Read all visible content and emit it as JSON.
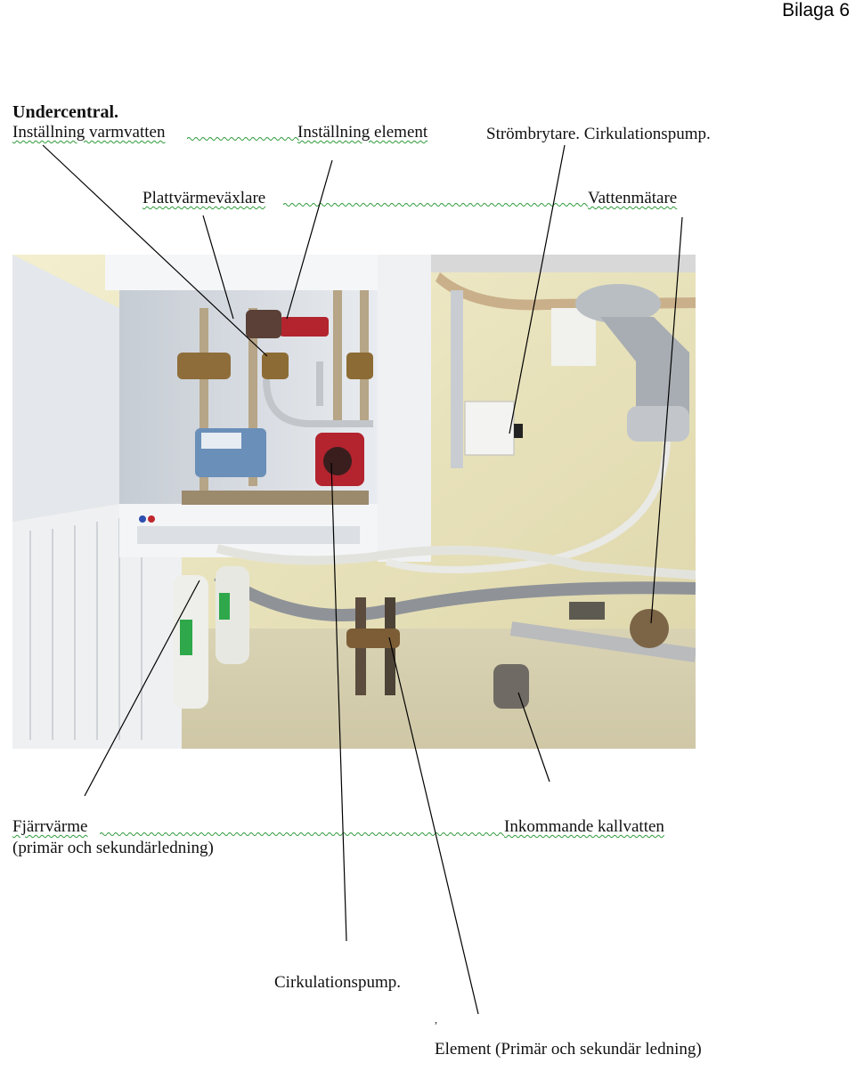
{
  "attachment_label": "Bilaga 6",
  "heading": "Undercentral.",
  "labels": {
    "hot_water_setting": "Inställning varmvatten",
    "radiator_setting": "Inställning element",
    "switch_pump": "Strömbrytare. Cirkulationspump.",
    "plate_heat_exchanger": "Plattvärmeväxlare",
    "water_meter": "Vattenmätare",
    "district_heating": "Fjärrvärme",
    "district_heating_sub": "(primär och sekundärledning)",
    "incoming_cold_water": "Inkommande kallvatten",
    "circulation_pump": "Cirkulationspump.",
    "stray_mark": ",",
    "radiator_lines": "Element (Primär och sekundär  ledning)"
  },
  "photo": {
    "description_icon": "substation-photo",
    "colors": {
      "wall": "#ece6c3",
      "cabinet": "#f2f3f5",
      "door": "#e9ebee",
      "pump": "#b3242e",
      "meter": "#6a8fb8",
      "pipe": "#9a9ea3"
    }
  }
}
